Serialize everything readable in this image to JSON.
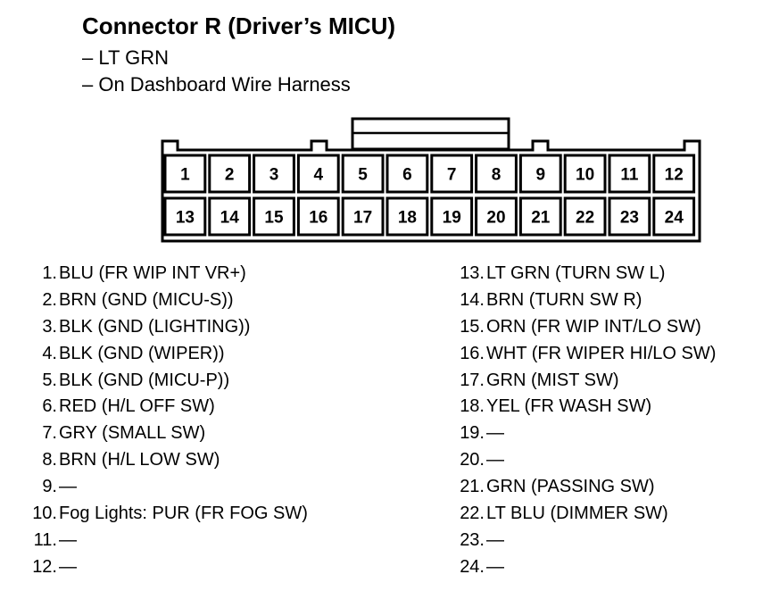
{
  "header": {
    "title": "Connector R (Driver’s MICU)",
    "subtitle_1": "– LT GRN",
    "subtitle_2": "– On Dashboard Wire Harness"
  },
  "connector": {
    "top_row": [
      "1",
      "2",
      "3",
      "4",
      "5",
      "6",
      "7",
      "8",
      "9",
      "10",
      "11",
      "12"
    ],
    "bottom_row": [
      "13",
      "14",
      "15",
      "16",
      "17",
      "18",
      "19",
      "20",
      "21",
      "22",
      "23",
      "24"
    ]
  },
  "pins_left": [
    {
      "num": "1.",
      "desc": "BLU (FR WIP INT VR+)"
    },
    {
      "num": "2.",
      "desc": "BRN (GND (MICU-S))"
    },
    {
      "num": "3.",
      "desc": "BLK (GND (LIGHTING))"
    },
    {
      "num": "4.",
      "desc": "BLK (GND (WIPER))"
    },
    {
      "num": "5.",
      "desc": "BLK (GND (MICU-P))"
    },
    {
      "num": "6.",
      "desc": "RED (H/L OFF SW)"
    },
    {
      "num": "7.",
      "desc": "GRY (SMALL SW)"
    },
    {
      "num": "8.",
      "desc": "BRN (H/L LOW SW)"
    },
    {
      "num": "9.",
      "desc": "—"
    },
    {
      "num": "10.",
      "desc": "Fog Lights: PUR (FR FOG SW)"
    },
    {
      "num": "11.",
      "desc": "—"
    },
    {
      "num": "12.",
      "desc": "—"
    }
  ],
  "pins_right": [
    {
      "num": "13.",
      "desc": "LT GRN (TURN SW L)"
    },
    {
      "num": "14.",
      "desc": "BRN (TURN SW R)"
    },
    {
      "num": "15.",
      "desc": "ORN (FR WIP INT/LO SW)"
    },
    {
      "num": "16.",
      "desc": "WHT (FR WIPER HI/LO SW)"
    },
    {
      "num": "17.",
      "desc": "GRN (MIST SW)"
    },
    {
      "num": "18.",
      "desc": "YEL (FR WASH SW)"
    },
    {
      "num": "19.",
      "desc": "—"
    },
    {
      "num": "20.",
      "desc": "—"
    },
    {
      "num": "21.",
      "desc": "GRN (PASSING SW)"
    },
    {
      "num": "22.",
      "desc": "LT BLU (DIMMER SW)"
    },
    {
      "num": "23.",
      "desc": "—"
    },
    {
      "num": "24.",
      "desc": "—"
    }
  ]
}
